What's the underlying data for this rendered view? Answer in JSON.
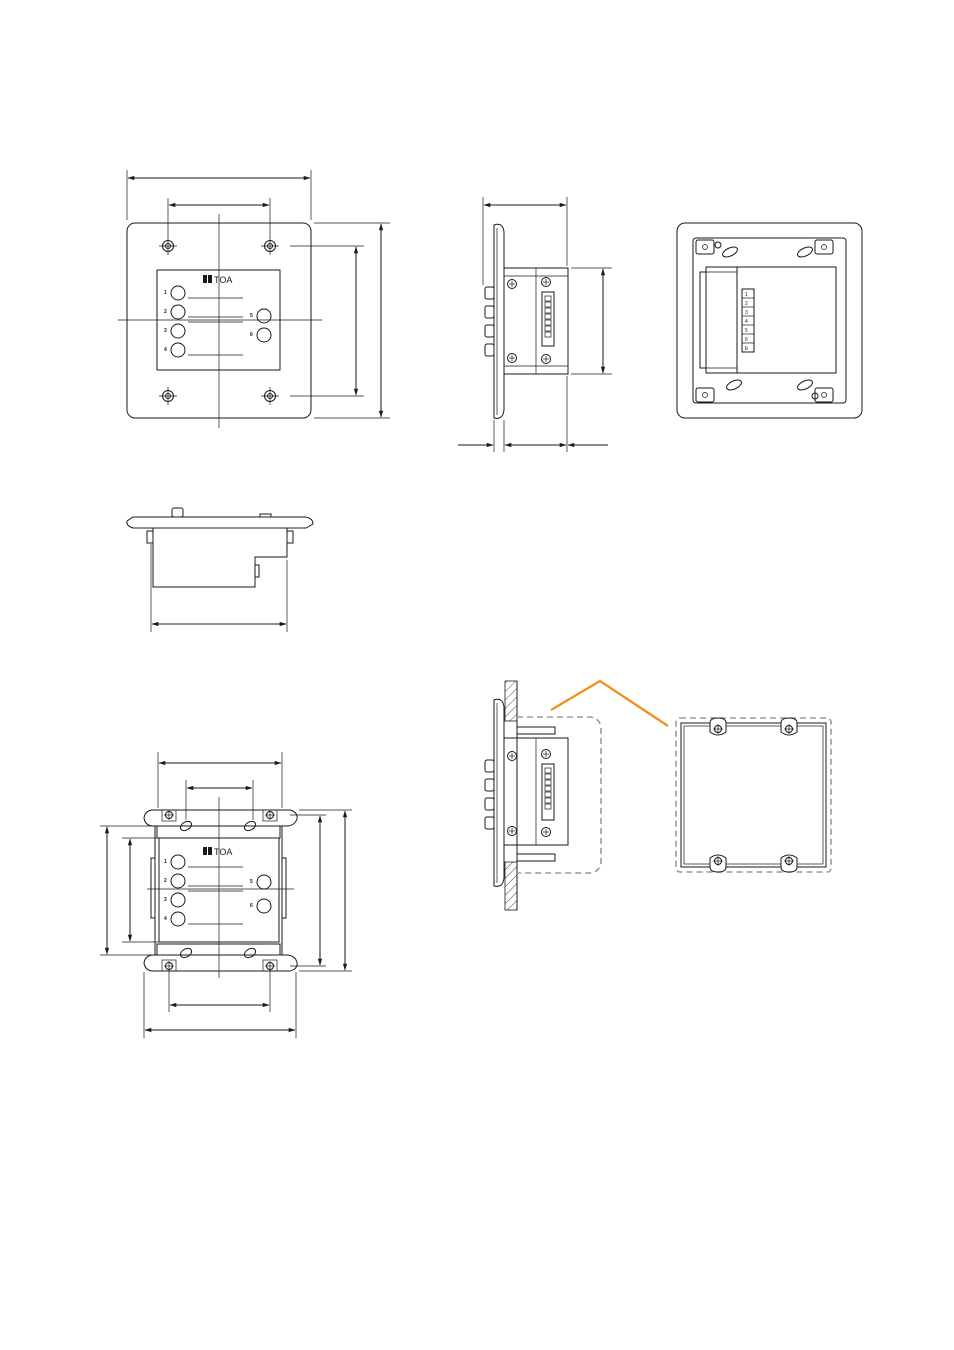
{
  "brand": {
    "logo_text": "TOA"
  },
  "front_panel": {
    "button_labels": [
      "1",
      "2",
      "3",
      "4",
      "5",
      "6"
    ]
  },
  "rear_view": {
    "terminal_labels": [
      "1",
      "2",
      "3",
      "4",
      "5",
      "6",
      "E"
    ]
  },
  "colors": {
    "line": "#1a1a1a",
    "highlight_leader": "#f0921e",
    "dashed_outline": "#9a9a9a"
  }
}
